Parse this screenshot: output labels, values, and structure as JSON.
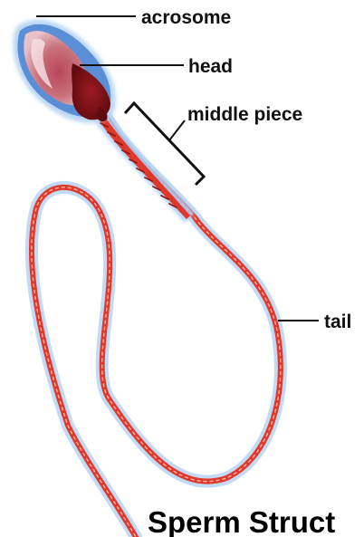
{
  "labels": {
    "acrosome": "acrosome",
    "head": "head",
    "middle_piece": "middle piece",
    "tail": "tail"
  },
  "title": "Sperm Struct",
  "colors": {
    "acrosome_fill": "#c25a66",
    "head_dark": "#7a0f14",
    "membrane_blue": "#5a8fd8",
    "glow_blue": "#a9cdf5",
    "tail_red": "#e0392c",
    "label_text": "#111111",
    "leader_line": "#111111"
  }
}
